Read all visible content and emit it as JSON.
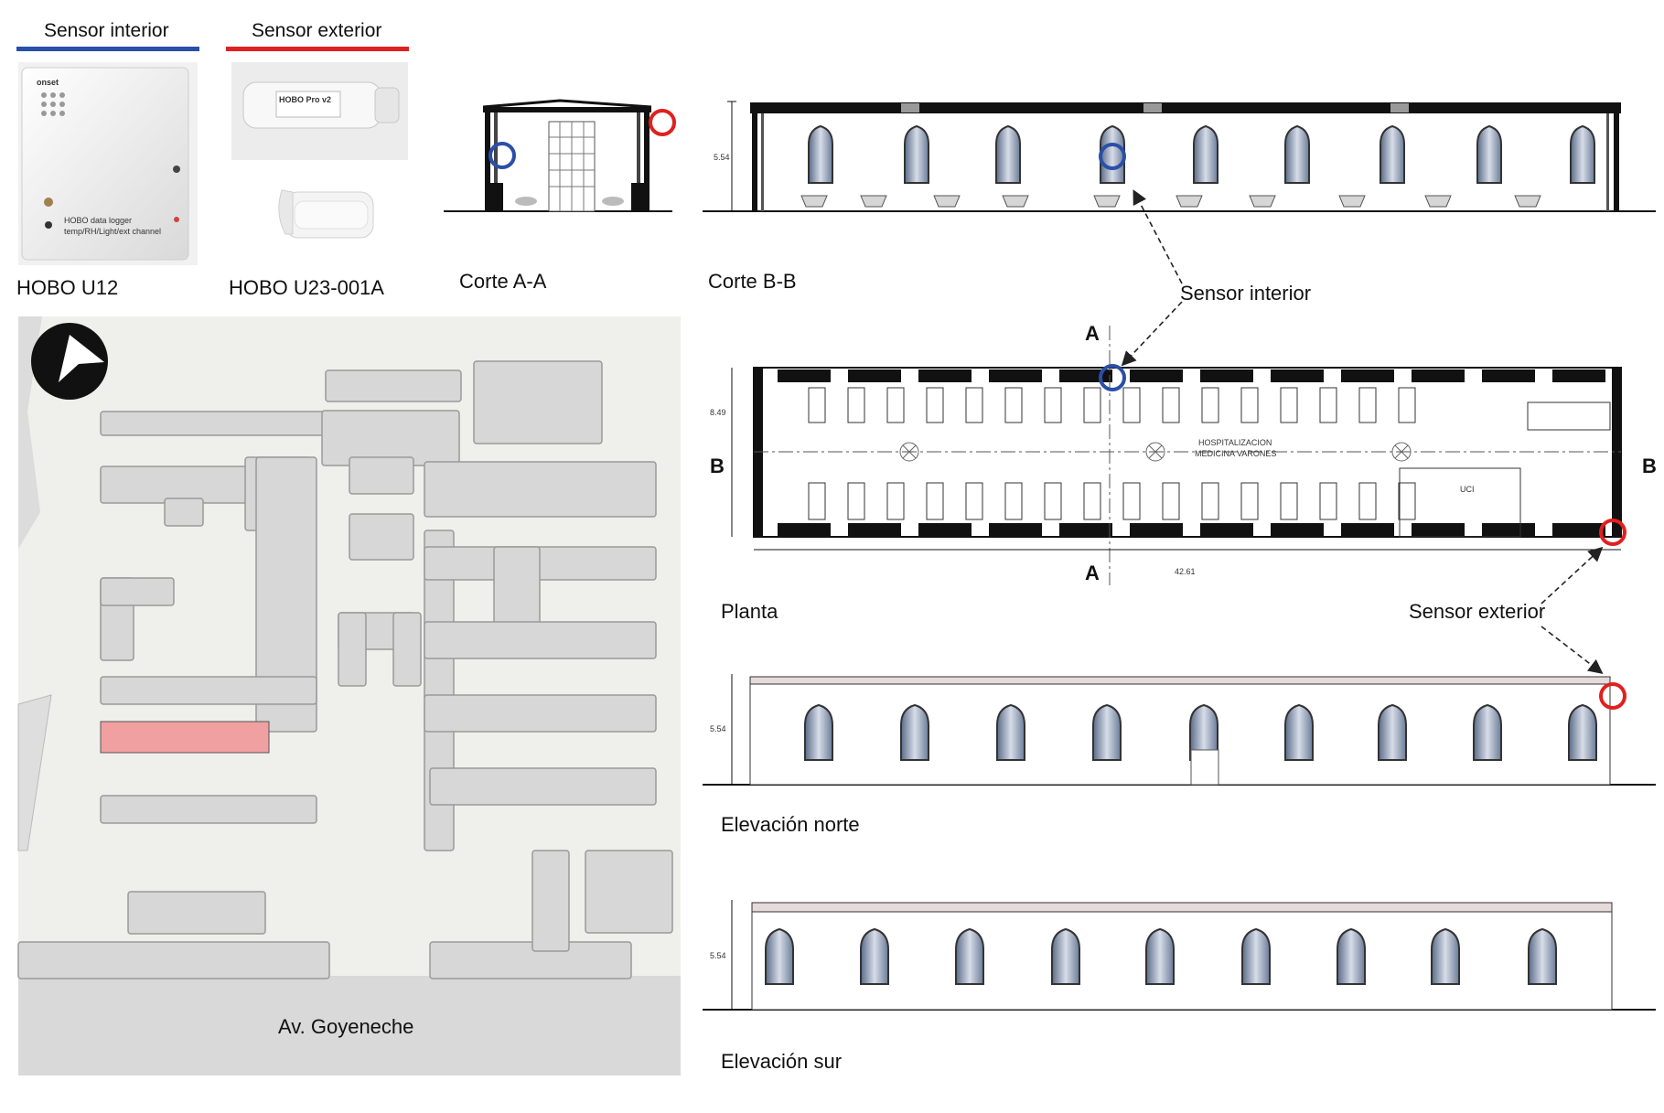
{
  "legend": {
    "interior_title": "Sensor interior",
    "exterior_title": "Sensor exterior",
    "interior_color": "#2a4fa8",
    "exterior_color": "#e02020"
  },
  "devices": {
    "hobo_u12": "HOBO U12",
    "hobo_u23": "HOBO U23-001A",
    "u12_brand": "onset",
    "u12_text": "HOBO data logger",
    "u12_subtext": "temp/RH/Light/ext channel",
    "u23_brand": "HOBO Pro v2"
  },
  "sections": {
    "corte_aa": "Corte A-A",
    "corte_bb": "Corte B-B",
    "planta": "Planta",
    "elev_norte": "Elevación norte",
    "elev_sur": "Elevación sur"
  },
  "callouts": {
    "sensor_interior": "Sensor interior",
    "sensor_exterior": "Sensor exterior"
  },
  "dimensions": {
    "height_554": "5.54",
    "width_849": "8.49",
    "length_4261": "42.61"
  },
  "plan_marks": {
    "a": "A",
    "b": "B",
    "ward_line1": "HOSPITALIZACION",
    "ward_line2": "MEDICINA VARONES",
    "uci": "UCI"
  },
  "map": {
    "street": "Av. Goyeneche",
    "highlight_color": "#f0a0a0",
    "compass": "north-arrow-icon"
  }
}
